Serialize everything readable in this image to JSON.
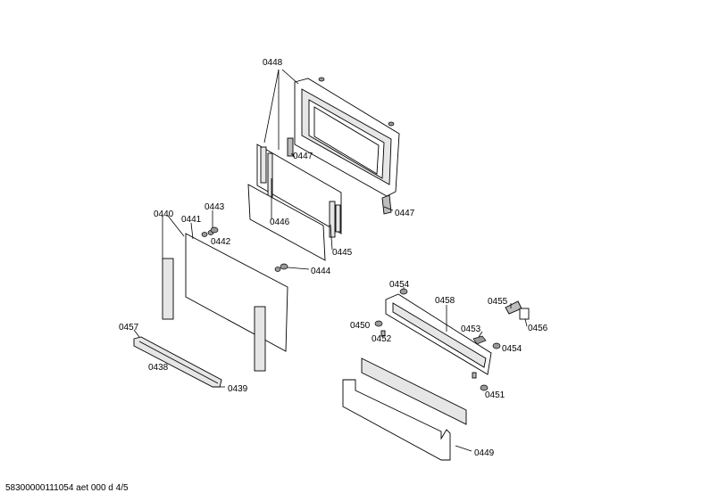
{
  "document_code": "58300000111054 aet 000 d 4/5",
  "labels": {
    "l0448": "0448",
    "l0447a": "0447",
    "l0447b": "0447",
    "l0446": "0446",
    "l0445": "0445",
    "l0444": "0444",
    "l0443": "0443",
    "l0442": "0442",
    "l0441": "0441",
    "l0440": "0440",
    "l0457": "0457",
    "l0438": "0438",
    "l0439": "0439",
    "l0454a": "0454",
    "l0454b": "0454",
    "l0458": "0458",
    "l0455": "0455",
    "l0456": "0456",
    "l0453": "0453",
    "l0450": "0450",
    "l0452": "0452",
    "l0451": "0451",
    "l0449": "0449"
  }
}
